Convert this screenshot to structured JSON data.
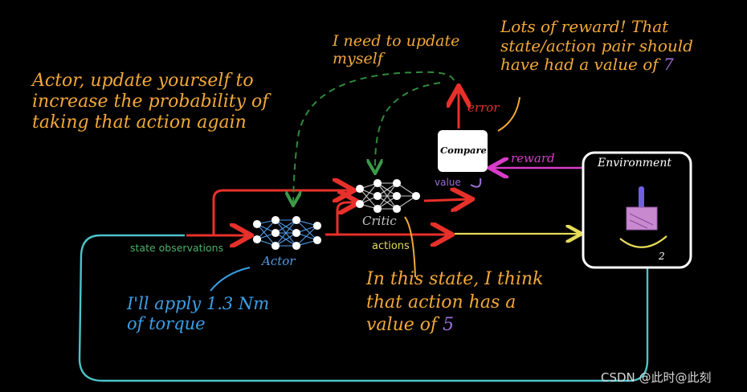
{
  "notes": {
    "actor_note": "Actor, update yourself to\nincrease the probability of\ntaking that action again",
    "critic_self_note": "I need to update\nmyself",
    "reward_note": "Lots of reward! That\nstate/action pair should\nhave had a value of",
    "reward_value": "7",
    "critic_note": "In this state, I think\nthat action has a\nvalue of",
    "critic_value": "5",
    "actor_torque_note": "I'll apply 1.3 Nm\nof torque"
  },
  "labels": {
    "state_observations": "state observations",
    "actor": "Actor",
    "critic": "Critic",
    "actions": "actions",
    "value": "value",
    "compare": "Compare",
    "error": "error",
    "reward": "reward",
    "environment": "Environment",
    "rotation_mark": "2"
  },
  "watermark": "CSDN @此时@此刻",
  "colors": {
    "background": "#000000",
    "orange": "#f3a838",
    "yellow": "#e6dc5a",
    "red": "#e8302a",
    "magenta": "#d83cc8",
    "teal": "#4cc3c8",
    "green": "#4caf6a",
    "dashed_green": "#2f8a3c",
    "purple": "#9a6fd8",
    "network_blue": "#4f9be8",
    "white": "#ffffff"
  }
}
